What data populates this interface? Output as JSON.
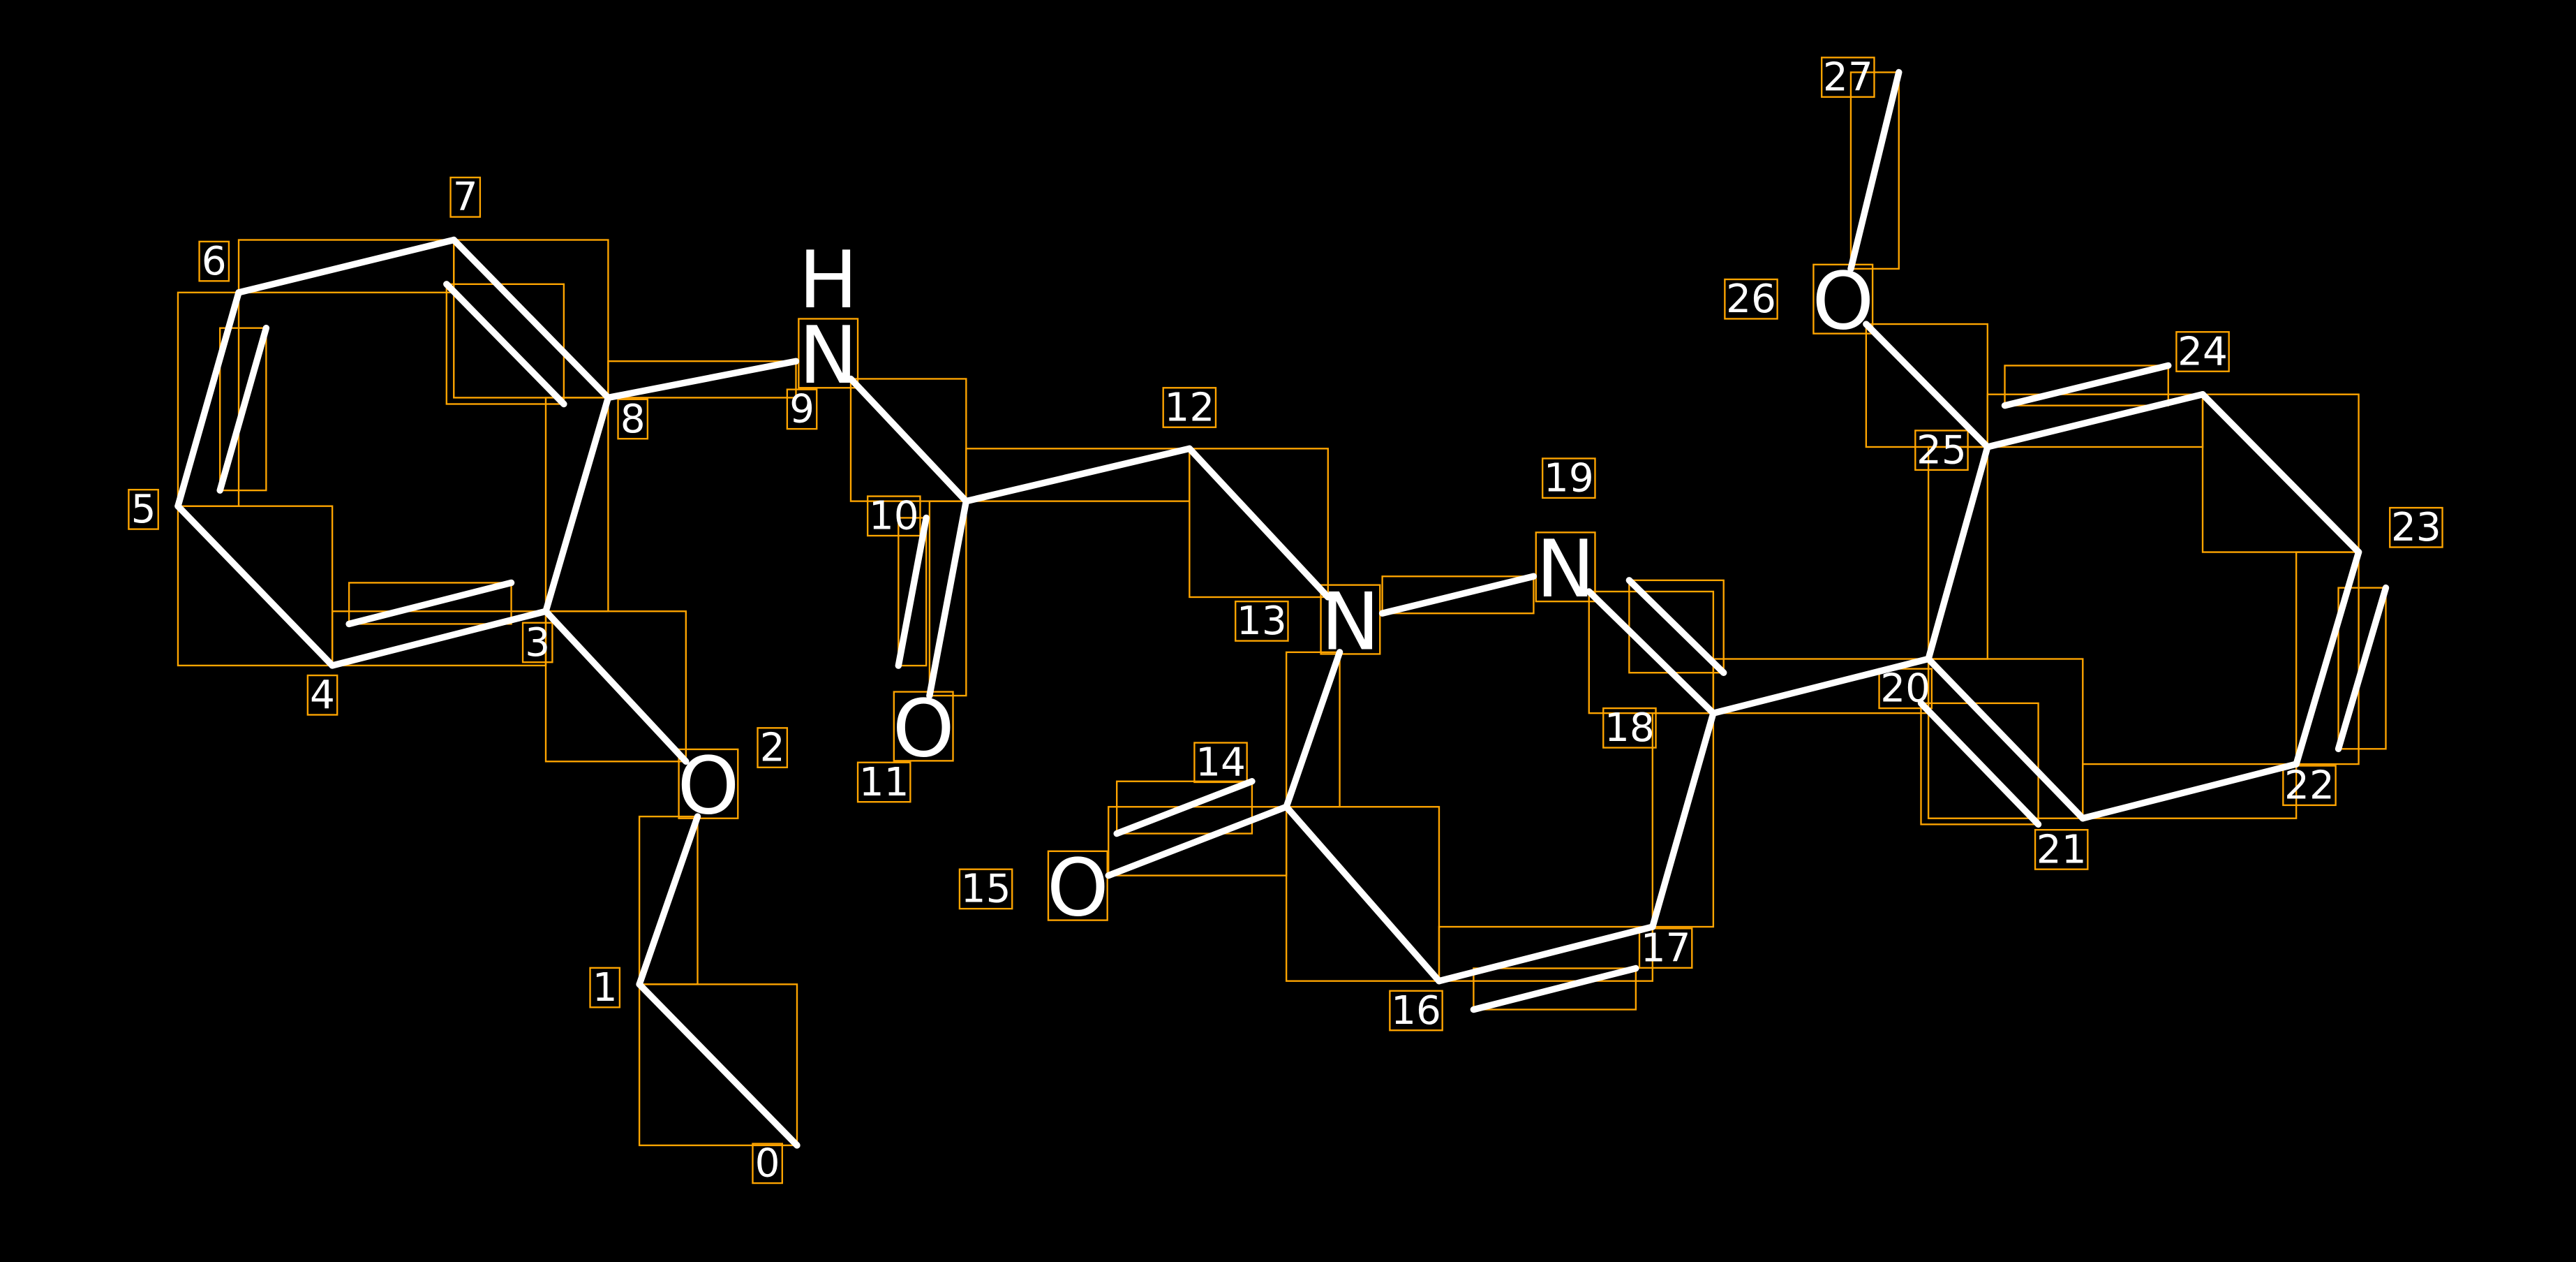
{
  "diagram": {
    "title": "",
    "colors": {
      "background": "#000000",
      "bond": "#ffffff",
      "box": "#ffa500"
    },
    "atoms": [
      {
        "index": "0",
        "symbol": ""
      },
      {
        "index": "1",
        "symbol": ""
      },
      {
        "index": "2",
        "symbol": "O"
      },
      {
        "index": "3",
        "symbol": ""
      },
      {
        "index": "4",
        "symbol": ""
      },
      {
        "index": "5",
        "symbol": ""
      },
      {
        "index": "6",
        "symbol": ""
      },
      {
        "index": "7",
        "symbol": ""
      },
      {
        "index": "8",
        "symbol": ""
      },
      {
        "index": "9",
        "symbol": "N",
        "hydrogen": "H"
      },
      {
        "index": "10",
        "symbol": ""
      },
      {
        "index": "11",
        "symbol": "O"
      },
      {
        "index": "12",
        "symbol": ""
      },
      {
        "index": "13",
        "symbol": "N"
      },
      {
        "index": "14",
        "symbol": ""
      },
      {
        "index": "15",
        "symbol": "O"
      },
      {
        "index": "16",
        "symbol": ""
      },
      {
        "index": "17",
        "symbol": ""
      },
      {
        "index": "18",
        "symbol": ""
      },
      {
        "index": "19",
        "symbol": "N"
      },
      {
        "index": "20",
        "symbol": ""
      },
      {
        "index": "21",
        "symbol": ""
      },
      {
        "index": "22",
        "symbol": ""
      },
      {
        "index": "23",
        "symbol": ""
      },
      {
        "index": "24",
        "symbol": ""
      },
      {
        "index": "25",
        "symbol": ""
      },
      {
        "index": "26",
        "symbol": "O"
      },
      {
        "index": "27",
        "symbol": ""
      }
    ],
    "bonds": [
      [
        0,
        1,
        1
      ],
      [
        1,
        2,
        1
      ],
      [
        2,
        3,
        1
      ],
      [
        3,
        4,
        2
      ],
      [
        4,
        5,
        1
      ],
      [
        5,
        6,
        2
      ],
      [
        6,
        7,
        1
      ],
      [
        7,
        8,
        2
      ],
      [
        8,
        3,
        1
      ],
      [
        8,
        9,
        1
      ],
      [
        9,
        10,
        1
      ],
      [
        10,
        11,
        2
      ],
      [
        10,
        12,
        1
      ],
      [
        12,
        13,
        1
      ],
      [
        13,
        14,
        1
      ],
      [
        14,
        15,
        2
      ],
      [
        14,
        16,
        1
      ],
      [
        16,
        17,
        2
      ],
      [
        17,
        18,
        1
      ],
      [
        18,
        19,
        2
      ],
      [
        19,
        13,
        1
      ],
      [
        18,
        20,
        1
      ],
      [
        20,
        21,
        2
      ],
      [
        21,
        22,
        1
      ],
      [
        22,
        23,
        2
      ],
      [
        23,
        24,
        1
      ],
      [
        24,
        25,
        2
      ],
      [
        25,
        20,
        1
      ],
      [
        25,
        26,
        1
      ],
      [
        26,
        27,
        1
      ]
    ]
  }
}
